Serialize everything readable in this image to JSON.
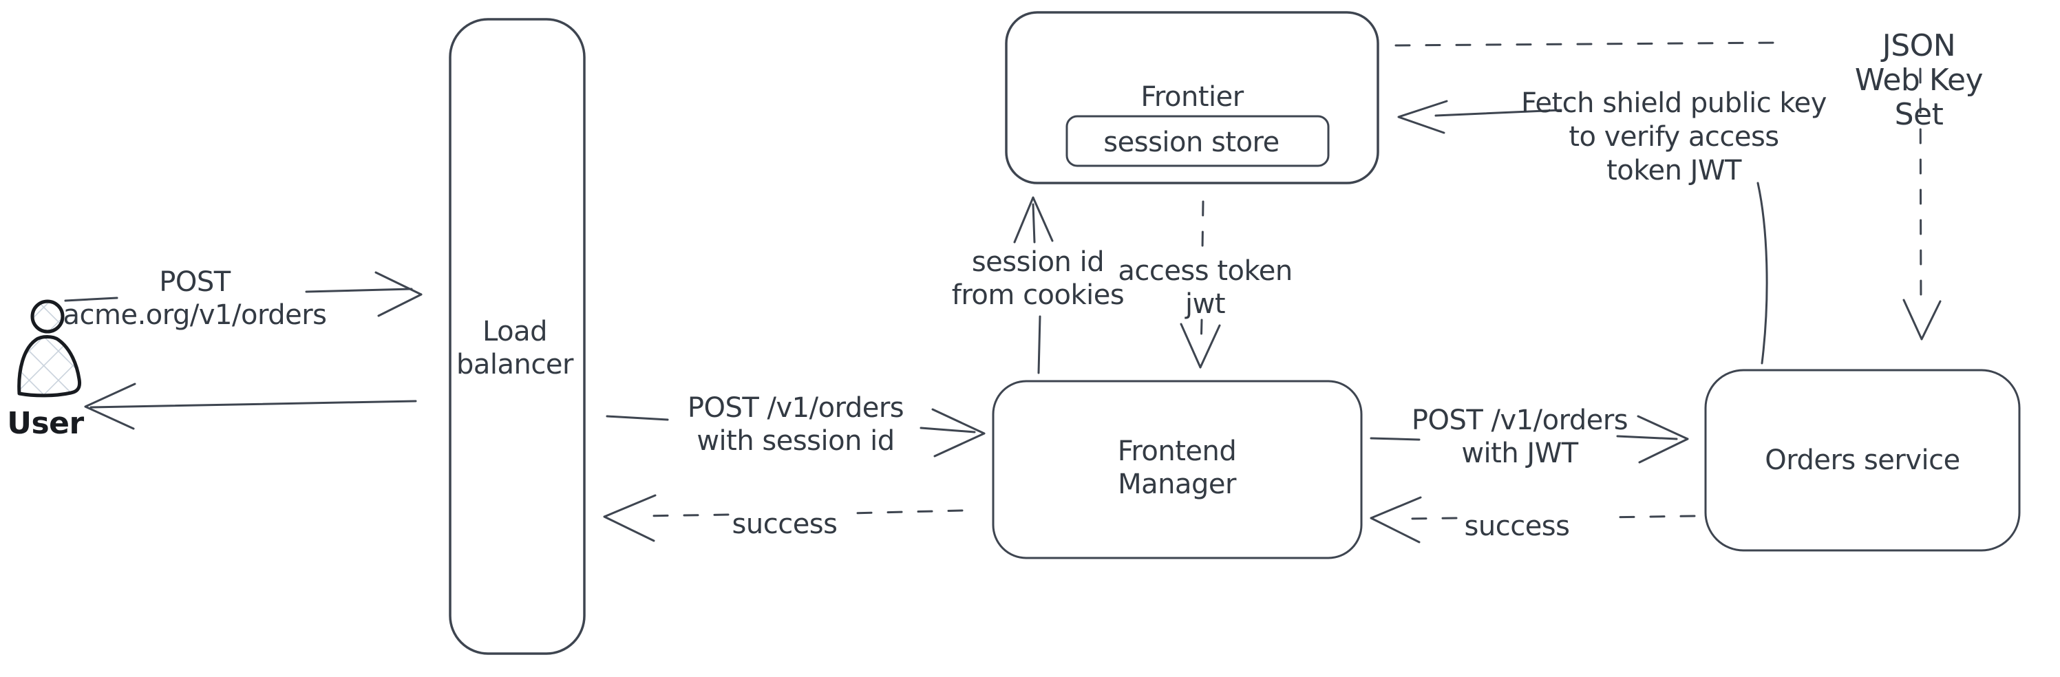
{
  "diagram": {
    "title": "Session-to-JWT authentication flow",
    "background": "#ffffff",
    "stroke_color": "#3e4550",
    "text_color": "#333a43",
    "user_icon_stroke": "#181b20",
    "user_icon_hatch_fill": "#c9d2dc",
    "nodes": {
      "user": {
        "label": "User"
      },
      "load_balancer": {
        "label": "Load\nbalancer"
      },
      "frontier": {
        "label": "Frontier",
        "session_store": {
          "label": "session store"
        }
      },
      "frontend_manager": {
        "label": "Frontend\nManager"
      },
      "orders_service": {
        "label": "Orders service"
      }
    },
    "edges": {
      "user_to_load_balancer": {
        "label": "POST\nacme.org/v1/orders",
        "style": "solid",
        "direction": "right"
      },
      "load_balancer_to_user": {
        "label": "",
        "style": "solid",
        "direction": "left"
      },
      "load_balancer_to_frontend_manager": {
        "label": "POST /v1/orders\nwith session id",
        "style": "solid",
        "direction": "right"
      },
      "frontend_manager_to_load_balancer": {
        "label": "success",
        "style": "dashed",
        "direction": "left"
      },
      "frontend_manager_to_frontier": {
        "label": "session id\nfrom cookies",
        "style": "solid",
        "direction": "up"
      },
      "frontier_to_frontend_manager": {
        "label": "access token\njwt",
        "style": "dashed",
        "direction": "down"
      },
      "frontend_manager_to_orders_service": {
        "label": "POST /v1/orders\nwith JWT",
        "style": "solid",
        "direction": "right"
      },
      "orders_service_to_frontend_manager": {
        "label": "success",
        "style": "dashed",
        "direction": "left"
      },
      "orders_service_to_frontier": {
        "label": "Fetch shield public key\nto verify access\ntoken JWT",
        "style": "solid",
        "direction": "left"
      },
      "jwks_source": {
        "label": "JSON Web Key Set",
        "style": "dashed",
        "direction": "down"
      }
    }
  }
}
